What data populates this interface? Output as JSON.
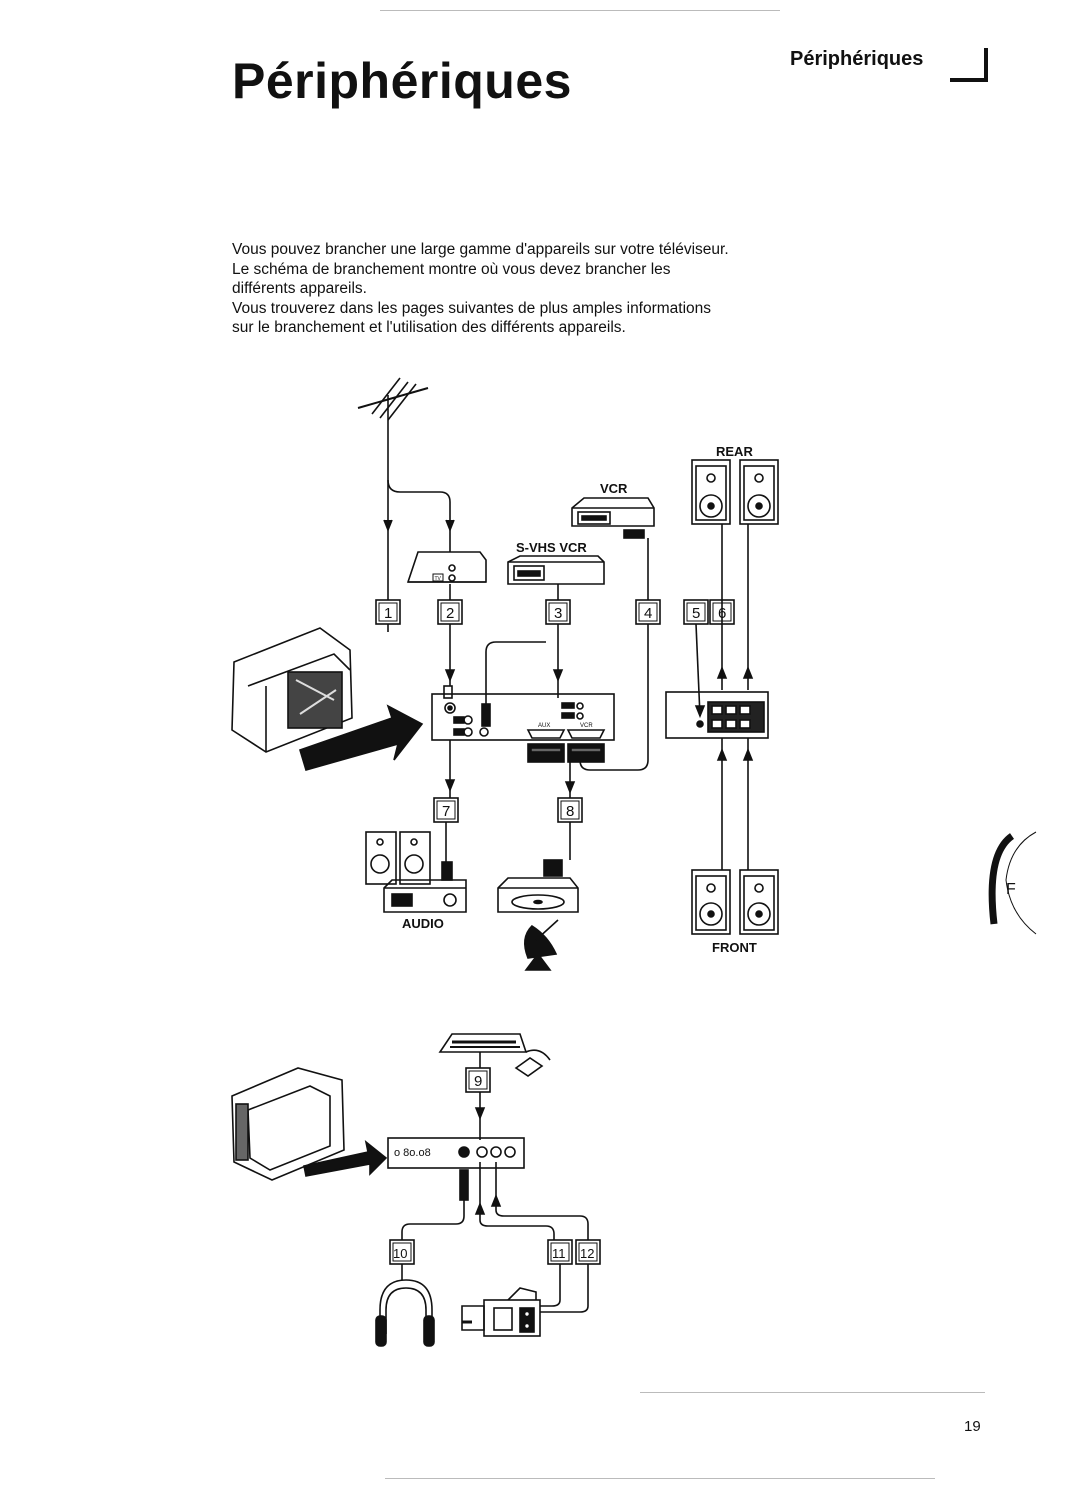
{
  "page": {
    "title": "Périphériques",
    "header_label": "Périphériques",
    "page_number": "19",
    "side_tab_letter": "F"
  },
  "intro": {
    "line1": "Vous pouvez brancher une large gamme d'appareils sur votre téléviseur.",
    "line2": "Le schéma de branchement montre où vous devez brancher les",
    "line3": "différents appareils.",
    "line4": "Vous trouverez dans les pages suivantes de plus amples informations",
    "line5": "sur le branchement et l'utilisation des différents appareils."
  },
  "diagram_top": {
    "labels": {
      "vcr": "VCR",
      "svhs_vcr": "S-VHS VCR",
      "rear": "REAR",
      "front": "FRONT",
      "audio": "AUDIO",
      "aux": "AUX",
      "vcr_scart": "VCR",
      "tv_box": "TV"
    },
    "connectors": [
      "1",
      "2",
      "3",
      "4",
      "5",
      "6",
      "7",
      "8"
    ]
  },
  "diagram_bottom": {
    "connectors": [
      "9",
      "10",
      "11",
      "12"
    ]
  }
}
